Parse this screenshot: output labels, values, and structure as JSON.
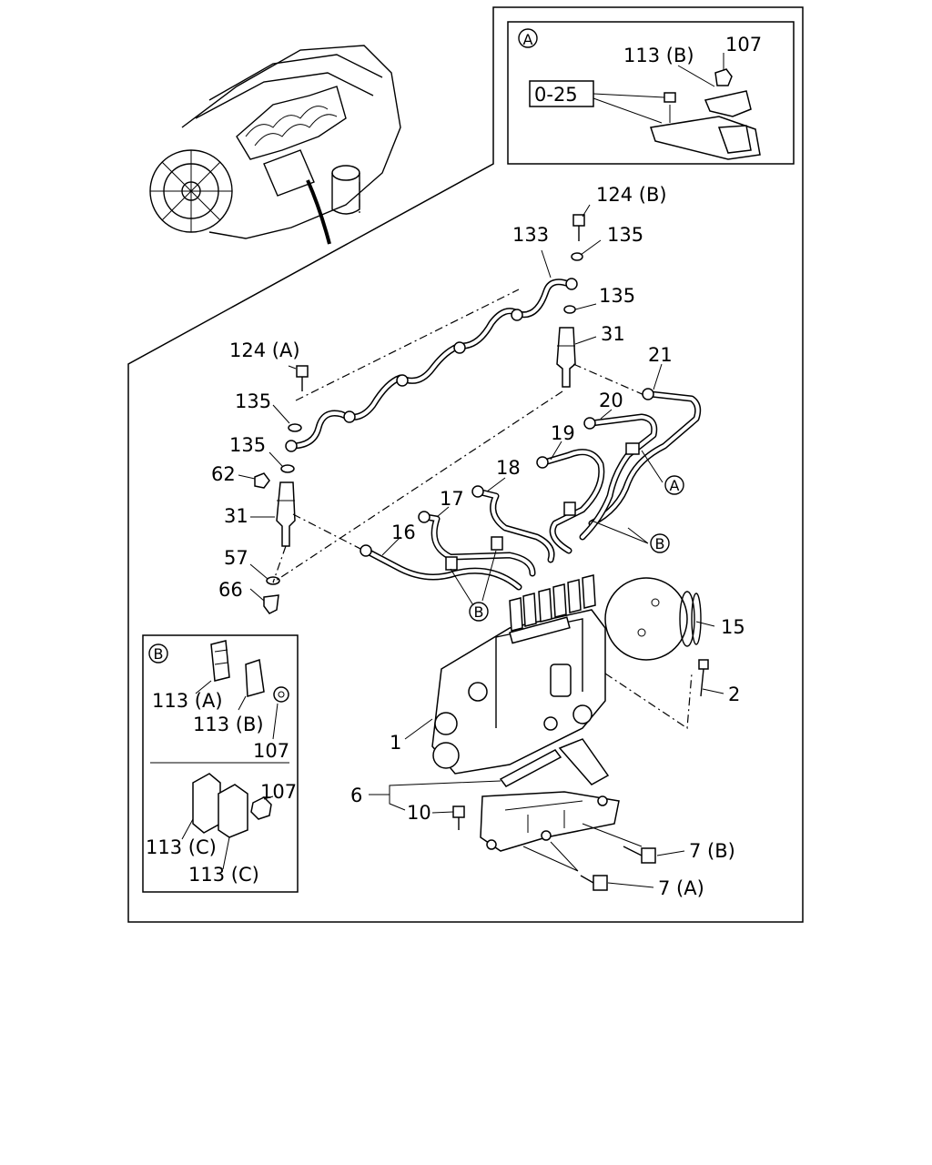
{
  "labels": {
    "p124b": "124 (B)",
    "p133": "133",
    "p135a": "135",
    "p135b": "135",
    "p135c": "135",
    "p135d": "135",
    "p31a": "31",
    "p31b": "31",
    "p21": "21",
    "p20": "20",
    "p19": "19",
    "p18": "18",
    "p17": "17",
    "p16": "16",
    "p124a": "124 (A)",
    "p62": "62",
    "p57": "57",
    "p66": "66",
    "p15": "15",
    "p2": "2",
    "p1": "1",
    "p6": "6",
    "p10": "10",
    "p7b": "7 (B)",
    "p7a": "7 (A)",
    "callA": "A",
    "callB1": "B",
    "callB2": "B"
  },
  "inset_a": {
    "marker": "A",
    "lbl_113b": "113 (B)",
    "lbl_107": "107",
    "lbl_025": "0-25"
  },
  "inset_b": {
    "marker": "B",
    "lbl_113a": "113 (A)",
    "lbl_113b": "113 (B)",
    "lbl_107a": "107",
    "lbl_107b": "107",
    "lbl_113c1": "113 (C)",
    "lbl_113c2": "113 (C)"
  }
}
